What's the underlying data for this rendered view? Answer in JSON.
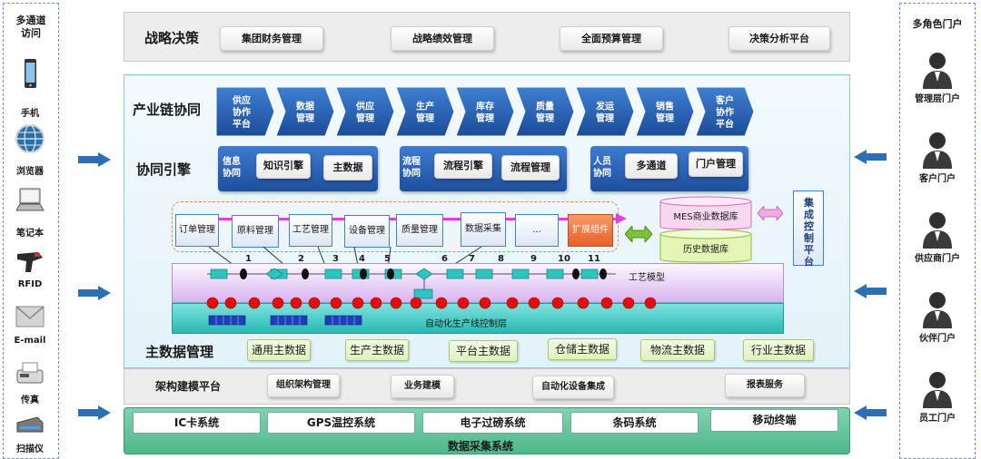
{
  "left_panel": {
    "title": "多通道\n访问",
    "devices": [
      {
        "label": "手机",
        "icon": "mobile-phone-icon"
      },
      {
        "label": "浏览器",
        "icon": "browser-globe-icon"
      },
      {
        "label": "笔记本",
        "icon": "laptop-icon"
      },
      {
        "label": "RFID",
        "icon": "rfid-scanner-icon"
      },
      {
        "label": "E-mail",
        "icon": "email-envelope-icon"
      },
      {
        "label": "传真",
        "icon": "fax-machine-icon"
      },
      {
        "label": "扫描仪",
        "icon": "scanner-icon"
      }
    ]
  },
  "right_panel": {
    "title": "多角色门户",
    "roles": [
      {
        "label": "管理层门户",
        "icon": "person-icon"
      },
      {
        "label": "客户门户",
        "icon": "person-icon"
      },
      {
        "label": "供应商门户",
        "icon": "person-icon"
      },
      {
        "label": "伙伴门户",
        "icon": "person-icon"
      },
      {
        "label": "员工门户",
        "icon": "person-icon"
      }
    ]
  },
  "strategy": {
    "title": "战略决策",
    "items": [
      "集团财务管理",
      "战略绩效管理",
      "全面预算管理",
      "决策分析平台"
    ]
  },
  "chain": {
    "title": "产业链协同",
    "items": [
      "供应\n协作\n平台",
      "数据\n管理",
      "供应\n管理",
      "生产\n管理",
      "库存\n管理",
      "质量\n管理",
      "发运\n管理",
      "销售\n管理",
      "客户\n协作\n平台"
    ]
  },
  "engine": {
    "title": "协同引擎",
    "groups": [
      {
        "label": "信息\n协同",
        "items": [
          "知识引擎",
          "主数据"
        ]
      },
      {
        "label": "流程\n协同",
        "items": [
          "流程引擎",
          "流程管理"
        ]
      },
      {
        "label": "人员\n协同",
        "items": [
          "多通道",
          "门户管理"
        ]
      }
    ]
  },
  "process": {
    "steps": [
      "订单管理",
      "原料管理",
      "工艺管理",
      "设备管理",
      "质量管理",
      "数据采集",
      "...",
      "扩展组件"
    ],
    "numbers": [
      "1",
      "2",
      "3",
      "4",
      "5",
      "6",
      "7",
      "8",
      "9",
      "10",
      "11"
    ],
    "model_label": "工艺模型",
    "line_label": "自动化生产线控制层"
  },
  "databases": [
    "MES商业数据库",
    "历史数据库"
  ],
  "control_platform": "集成控制平台",
  "colors": {
    "chevron": "#1f5aa6",
    "blue_group": "#2a62b8",
    "teal": "#2cc5c0",
    "green": "#3c9a72",
    "accent_orange": "#f07a3c"
  },
  "master_data": {
    "title": "主数据管理",
    "items": [
      "通用主数据",
      "生产主数据",
      "平台主数据",
      "仓储主数据",
      "物流主数据",
      "行业主数据"
    ]
  },
  "architecture": {
    "title": "架构建模平台",
    "items": [
      "组织架构管理",
      "业务建模",
      "自动化设备集成",
      "报表服务"
    ]
  },
  "collection": {
    "title": "数据采集系统",
    "items": [
      "IC卡系统",
      "GPS温控系统",
      "电子过磅系统",
      "条码系统",
      "移动终端"
    ]
  }
}
